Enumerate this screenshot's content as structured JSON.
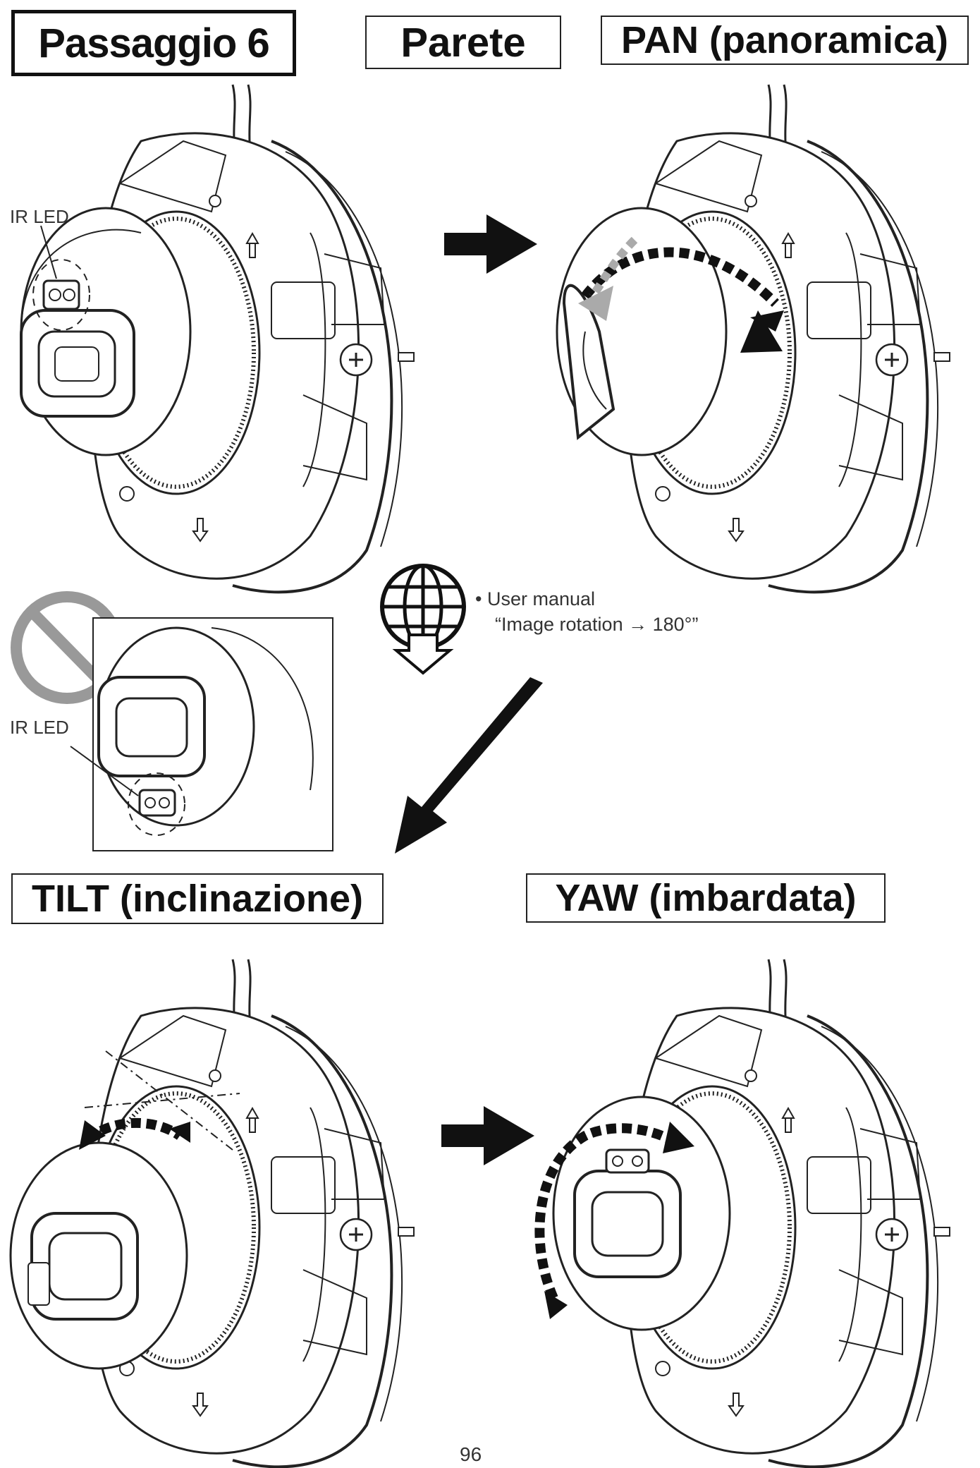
{
  "titles": {
    "step": "Passaggio 6",
    "wall": "Parete",
    "pan": "PAN (panoramica)",
    "tilt": "TILT (inclinazione)",
    "yaw": "YAW (imbardata)"
  },
  "labels": {
    "ir_led_1": "IR LED",
    "ir_led_2": "IR LED"
  },
  "note": {
    "bullet": "• User manual",
    "text": "“Image rotation → 180°”"
  },
  "page_number": "96",
  "icons": {
    "web": "globe-download-icon",
    "prohibited": "prohibited-icon",
    "arrow": "arrow-right-icon"
  }
}
